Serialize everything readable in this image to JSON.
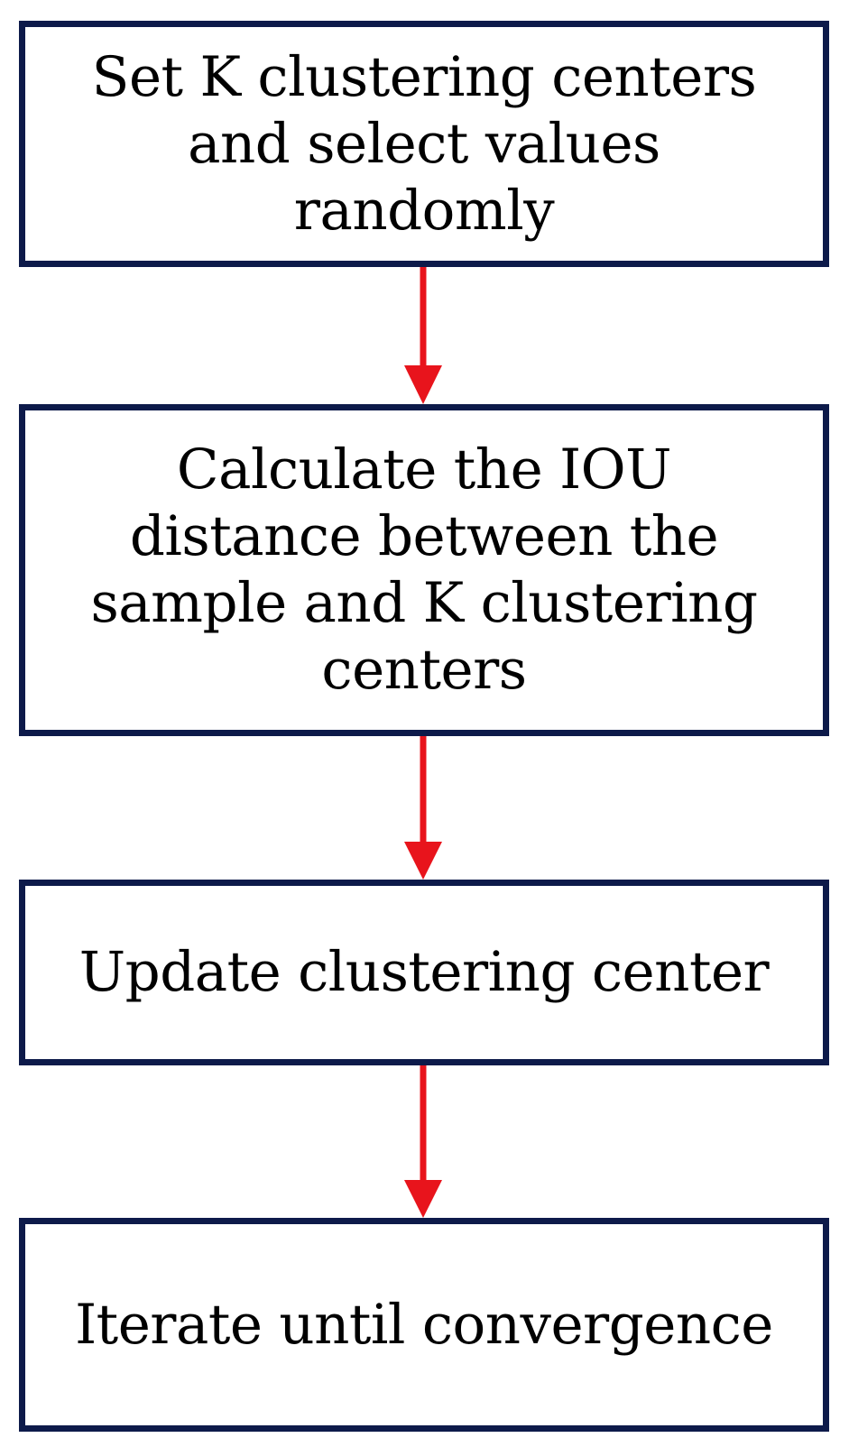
{
  "flowchart": {
    "steps": [
      {
        "lines": [
          "Set K clustering centers",
          "and select values",
          "randomly"
        ]
      },
      {
        "lines": [
          "Calculate the IOU",
          "distance between the",
          "sample and K clustering",
          "centers"
        ]
      },
      {
        "lines": [
          "Update clustering center"
        ]
      },
      {
        "lines": [
          "Iterate until convergence"
        ]
      }
    ],
    "colors": {
      "box_border": "#0d1a4a",
      "arrow": "#e8141c",
      "text": "#000000"
    }
  }
}
